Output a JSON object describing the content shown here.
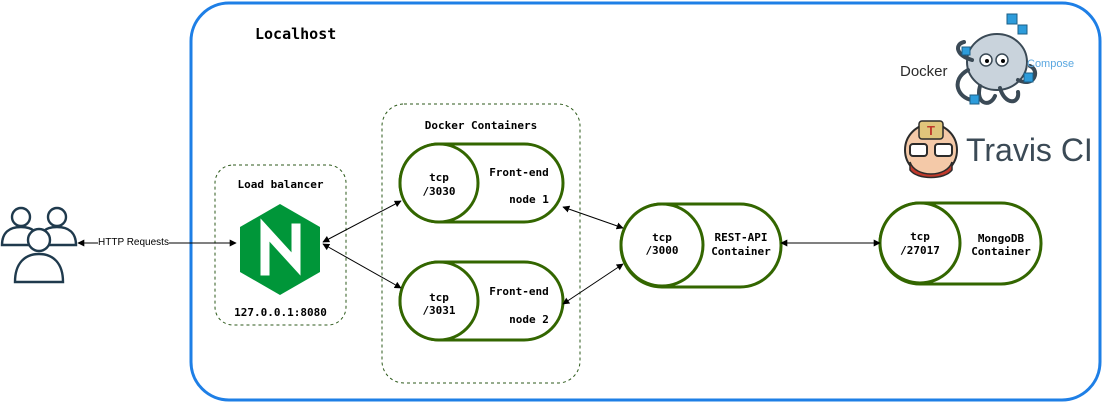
{
  "localhost_label": "Localhost",
  "http_requests_label": "HTTP Requests",
  "load_balancer": {
    "title": "Load balancer",
    "address": "127.0.0.1:8080"
  },
  "docker_containers": {
    "title": "Docker Containers",
    "frontend1": {
      "port_line1": "tcp",
      "port_line2": "/3030",
      "name_line1": "Front-end",
      "name_line2": "node 1"
    },
    "frontend2": {
      "port_line1": "tcp",
      "port_line2": "/3031",
      "name_line1": "Front-end",
      "name_line2": "node 2"
    }
  },
  "rest_api": {
    "port_line1": "tcp",
    "port_line2": "/3000",
    "name_line1": "REST-API",
    "name_line2": "Container"
  },
  "mongodb": {
    "port_line1": "tcp",
    "port_line2": "/27017",
    "name_line1": "MongoDB",
    "name_line2": "Container"
  },
  "logos": {
    "docker_text": "Docker",
    "compose_text": "Compose",
    "travis_text": "Travis CI"
  },
  "colors": {
    "localhost_border": "#1e7fe6",
    "container_border": "#336600",
    "dashed_border": "#2d5a1b",
    "nginx_green": "#009639"
  }
}
